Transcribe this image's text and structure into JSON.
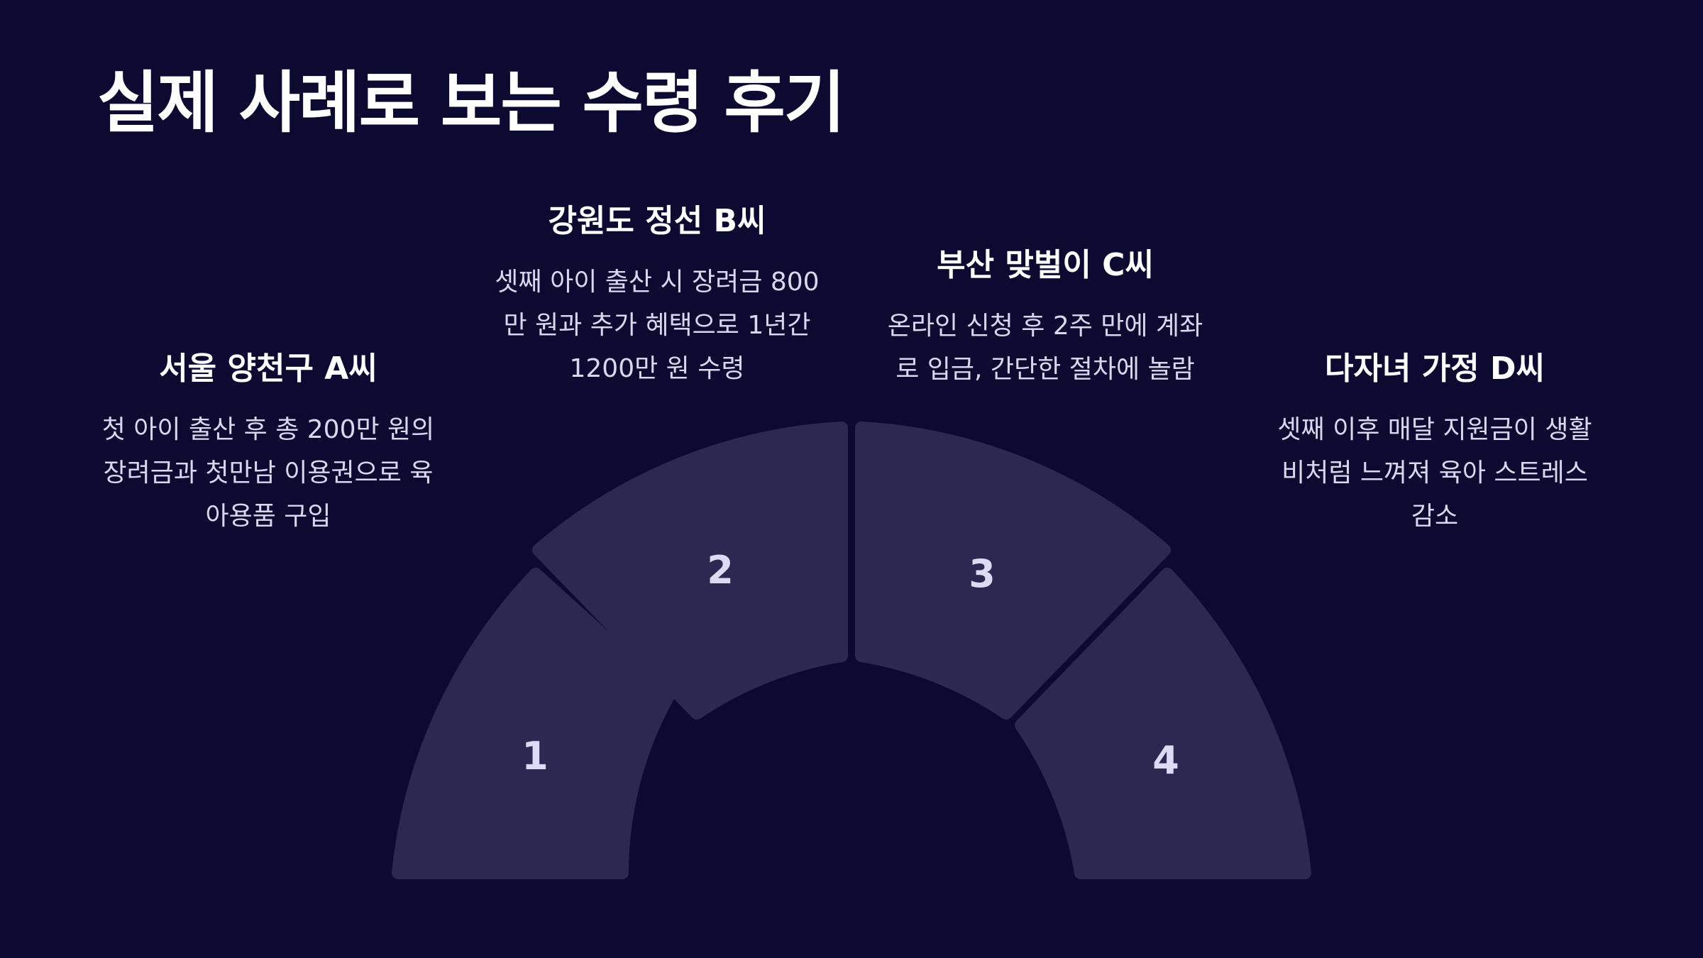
{
  "title": "실제 사례로 보는 수령 후기",
  "colors": {
    "background": "#0c0a31",
    "segment": "#2b2851",
    "number": "#dcdaf5"
  },
  "cases": [
    {
      "number": "1",
      "name": "서울 양천구 A씨",
      "desc_lines": [
        "첫 아이 출산 후 총 200만 원의",
        "장려금과 첫만남 이용권으로 육",
        "아용품 구입"
      ]
    },
    {
      "number": "2",
      "name": "강원도 정선 B씨",
      "desc_lines": [
        "셋째 아이 출산 시 장려금 800",
        "만 원과 추가 혜택으로 1년간",
        "1200만 원 수령"
      ]
    },
    {
      "number": "3",
      "name": "부산 맞벌이 C씨",
      "desc_lines": [
        "온라인 신청 후 2주 만에 계좌",
        "로 입금, 간단한 절차에 놀람"
      ]
    },
    {
      "number": "4",
      "name": "다자녀 가정 D씨",
      "desc_lines": [
        "셋째 이후 매달 지원금이 생활",
        "비처럼 느껴져 육아 스트레스",
        "감소"
      ]
    }
  ]
}
